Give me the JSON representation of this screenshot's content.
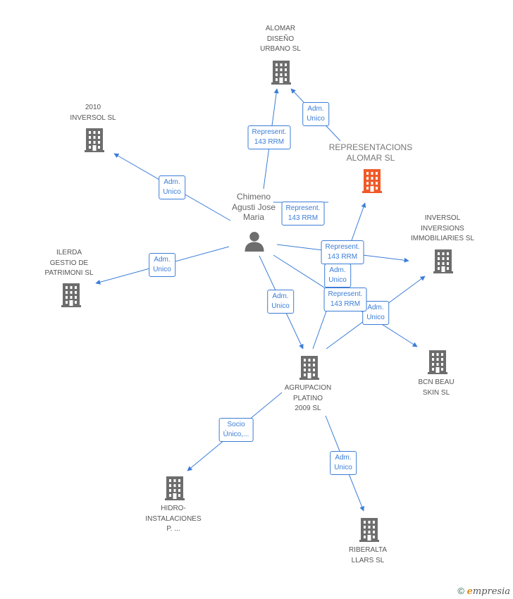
{
  "colors": {
    "edge": "#3b7dd8",
    "building": "#6d6d6d",
    "building_main": "#f05a28",
    "person": "#6d6d6d"
  },
  "nodes": {
    "alomar_diseno": {
      "label": "ALOMAR\nDISEÑO\nURBANO SL",
      "icon": "building-icon"
    },
    "inversol_2010": {
      "label": "2010\nINVERSOL SL",
      "icon": "building-icon"
    },
    "representacions_alomar": {
      "label": "REPRESENTACIONS\nALOMAR SL",
      "icon": "building-icon"
    },
    "chimeno": {
      "label": "Chimeno\nAgusti Jose\nMaria",
      "icon": "person-icon"
    },
    "inversol_inversions": {
      "label": "INVERSOL\nINVERSIONS\nIMMOBILIARIES SL",
      "icon": "building-icon"
    },
    "ilerda": {
      "label": "ILERDA\nGESTIO DE\nPATRIMONI SL",
      "icon": "building-icon"
    },
    "agrupacion_platino": {
      "label": "AGRUPACION\nPLATINO\n2009 SL",
      "icon": "building-icon"
    },
    "bcn_beau": {
      "label": "BCN BEAU\nSKIN SL",
      "icon": "building-icon"
    },
    "hidro": {
      "label": "HIDRO-\nINSTALACIONES\nP. ...",
      "icon": "building-icon"
    },
    "riberalta": {
      "label": "RIBERALTA\nLLARS SL",
      "icon": "building-icon"
    }
  },
  "edge_labels": {
    "e1": "Represent.\n143 RRM",
    "e2": "Adm.\nUnico",
    "e3": "Adm.\nUnico",
    "e4": "Represent.\n143 RRM",
    "e5": "Adm.\nUnico",
    "e6": "Represent.\n143 RRM",
    "e7": "Adm.\nUnico",
    "e8": "Adm.\nUnico",
    "e9": "Represent.\n143 RRM",
    "e10": "Adm.\nUnico",
    "e11": "Socio\nÚnico,...",
    "e12": "Adm.\nUnico"
  },
  "watermark": {
    "copyright": "©",
    "brand_initial": "e",
    "brand_rest": "mpresia"
  }
}
